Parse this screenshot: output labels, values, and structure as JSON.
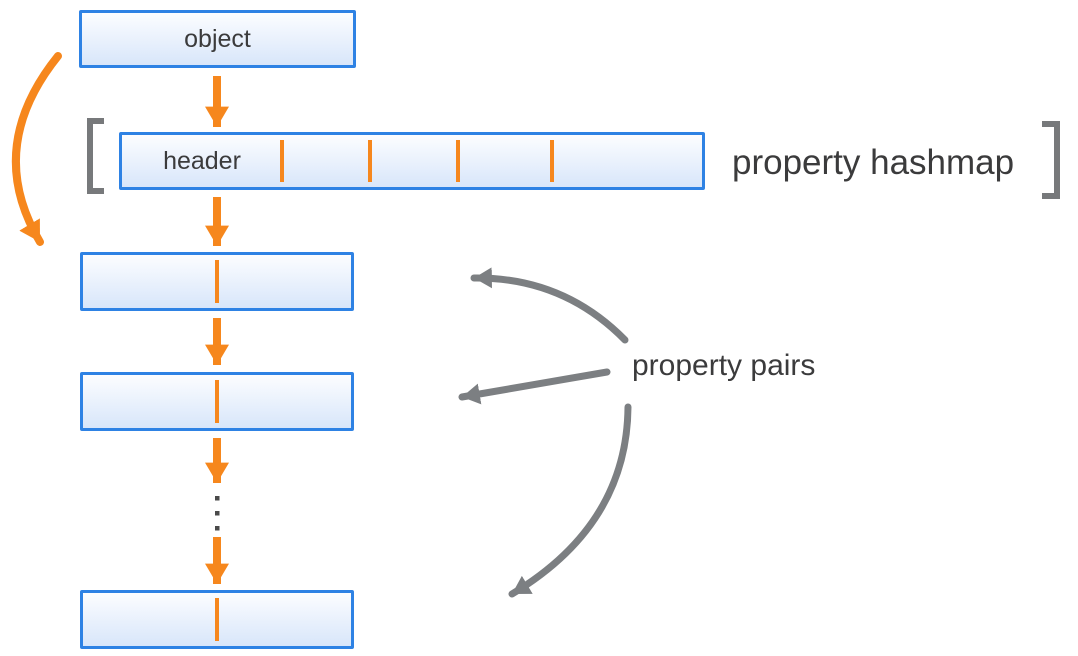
{
  "diagram": {
    "object_box": {
      "label": "object"
    },
    "hashmap": {
      "header_label": "header",
      "annotation": "property hashmap",
      "slot_divider_count": 4
    },
    "property_pairs": {
      "annotation": "property pairs",
      "box_count": 3,
      "ellipsis_dot_count": 3
    },
    "colors": {
      "accent_orange": "#F6871D",
      "box_border_blue": "#2E82E4",
      "box_fill_top": "#FCFDFF",
      "box_fill_bottom": "#D8E6FA",
      "arrow_gray": "#7C7F82",
      "bracket_gray": "#77797B",
      "text_dark": "#3B3B3C",
      "dot_gray": "#4A4A4A"
    }
  }
}
